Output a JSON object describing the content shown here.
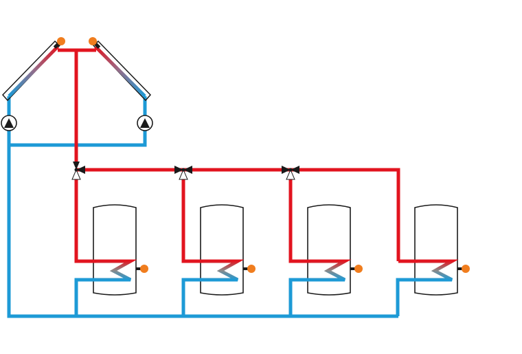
{
  "diagram": {
    "colors": {
      "hot": "#e2141f",
      "cold": "#1d9ad6",
      "sensor": "#f07d1e",
      "outline": "#1a1a1a",
      "coil_mid": "#8a8a8a"
    },
    "collectors": [
      {
        "name": "collector-left",
        "icon": "solar-collector-icon"
      },
      {
        "name": "collector-right",
        "icon": "solar-collector-icon"
      }
    ],
    "pumps": [
      {
        "name": "pump-left",
        "icon": "pump-icon"
      },
      {
        "name": "pump-right",
        "icon": "pump-icon"
      }
    ],
    "valves": [
      {
        "name": "valve-1",
        "icon": "three-way-valve-icon"
      },
      {
        "name": "valve-2",
        "icon": "three-way-valve-icon"
      },
      {
        "name": "valve-3",
        "icon": "three-way-valve-icon"
      }
    ],
    "tanks": [
      {
        "name": "storage-tank-1",
        "icon": "storage-tank-icon"
      },
      {
        "name": "storage-tank-2",
        "icon": "storage-tank-icon"
      },
      {
        "name": "storage-tank-3",
        "icon": "storage-tank-icon"
      },
      {
        "name": "storage-tank-4",
        "icon": "storage-tank-icon"
      }
    ],
    "sensor_count": 6
  }
}
